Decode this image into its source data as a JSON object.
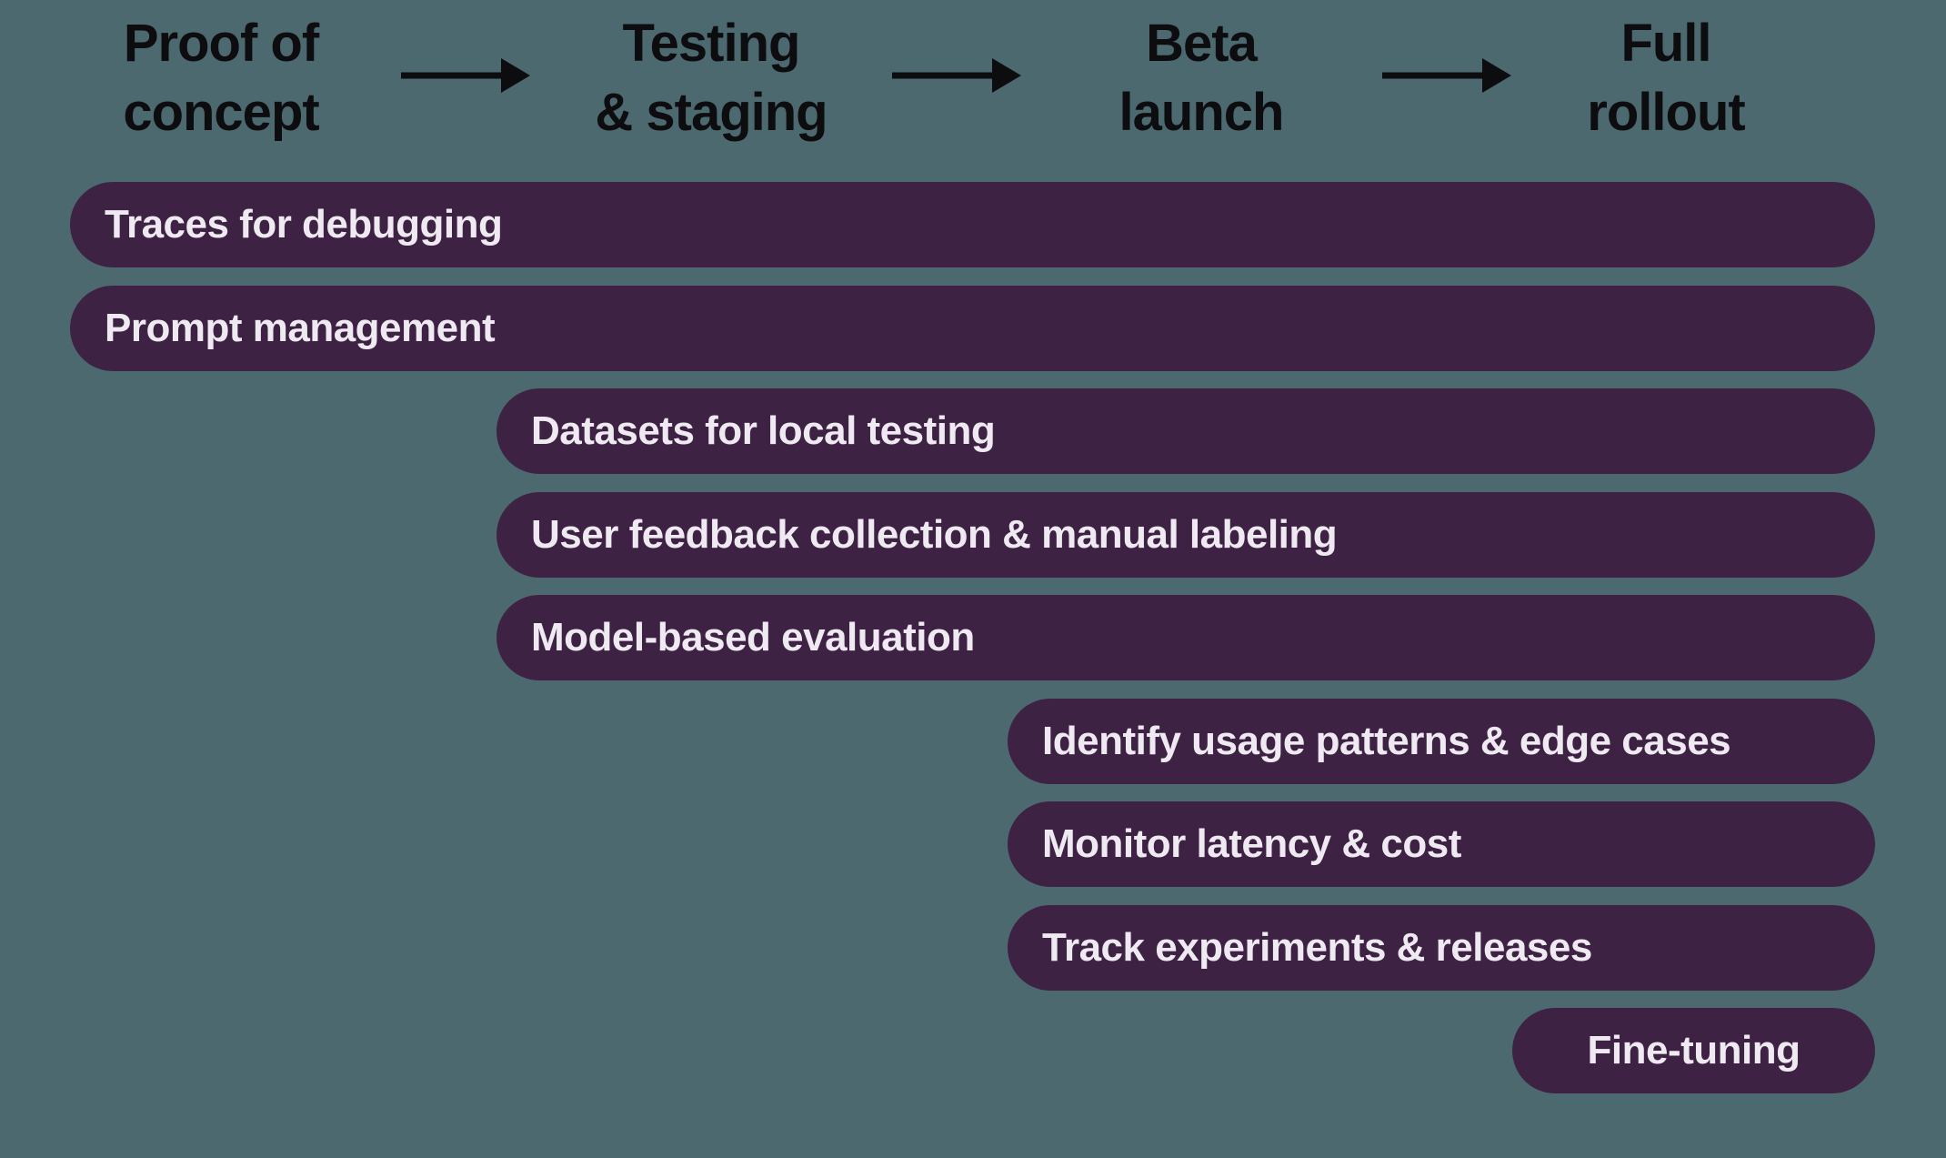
{
  "colors": {
    "background": "#4C6970",
    "bar": "#3E2244",
    "bar_text": "#EFEAF1",
    "text": "#0D0D10",
    "arrow": "#0D0D10"
  },
  "phases": [
    {
      "line1": "Proof of",
      "line2": "concept"
    },
    {
      "line1": "Testing",
      "line2": "& staging"
    },
    {
      "line1": "Beta",
      "line2": "launch"
    },
    {
      "line1": "Full",
      "line2": "rollout"
    }
  ],
  "bars": [
    {
      "label": "Traces for debugging",
      "starts_at_phase": "Proof of concept"
    },
    {
      "label": "Prompt management",
      "starts_at_phase": "Proof of concept"
    },
    {
      "label": "Datasets for local testing",
      "starts_at_phase": "Testing & staging"
    },
    {
      "label": "User feedback collection & manual labeling",
      "starts_at_phase": "Testing & staging"
    },
    {
      "label": "Model-based evaluation",
      "starts_at_phase": "Testing & staging"
    },
    {
      "label": "Identify usage patterns & edge cases",
      "starts_at_phase": "Beta launch"
    },
    {
      "label": "Monitor latency & cost",
      "starts_at_phase": "Beta launch"
    },
    {
      "label": "Track experiments & releases",
      "starts_at_phase": "Beta launch"
    },
    {
      "label": "Fine-tuning",
      "starts_at_phase": "Full rollout"
    }
  ]
}
